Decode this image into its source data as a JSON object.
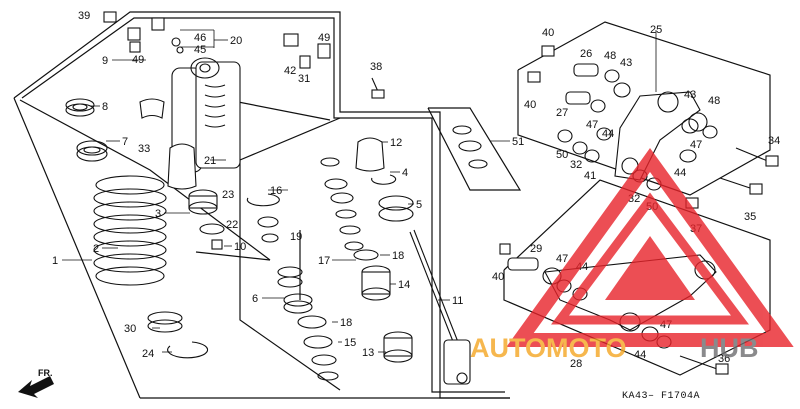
{
  "diagram": {
    "code": "KA43– F1704A",
    "direction_label": "FR.",
    "callouts": [
      "1",
      "2",
      "3",
      "4",
      "5",
      "6",
      "7",
      "8",
      "9",
      "10",
      "11",
      "12",
      "13",
      "14",
      "15",
      "16",
      "17",
      "18",
      "19",
      "20",
      "21",
      "22",
      "23",
      "24",
      "25",
      "26",
      "27",
      "28",
      "29",
      "30",
      "31",
      "32",
      "33",
      "34",
      "35",
      "36",
      "37",
      "38",
      "39",
      "40",
      "41",
      "42",
      "43",
      "44",
      "45",
      "46",
      "47",
      "48",
      "49",
      "50",
      "51"
    ]
  },
  "watermark": {
    "text_red": "AUTOMOTO",
    "text_gray": "HUB",
    "colors": {
      "red": "#e8232a",
      "gray": "#6d6e70",
      "orange": "#f5a623"
    }
  }
}
